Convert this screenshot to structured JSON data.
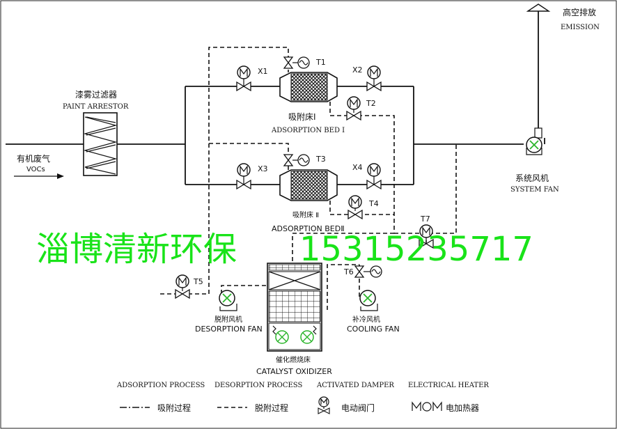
{
  "labels": {
    "paint_arrestor_cn": "漆雾过滤器",
    "paint_arrestor_en": "PAINT ARRESTOR",
    "inlet_cn": "有机废气",
    "inlet_en": "VOCs",
    "emission_cn": "高空排放",
    "emission_en": "EMISSION",
    "system_fan_cn": "系统风机",
    "system_fan_en": "SYSTEM FAN",
    "bed1_cn": "吸附床Ⅰ",
    "bed1_en": "ADSORPTION BED Ⅰ",
    "bed2_cn": "吸附床 Ⅱ",
    "bed2_en": "ADSORPTION BEDⅡ",
    "desorption_fan_cn": "脱附风机",
    "desorption_fan_en": "DESORPTION FAN",
    "cooling_fan_cn": "补冷风机",
    "cooling_fan_en": "COOLING FAN",
    "catalyst_cn": "催化燃烧床",
    "catalyst_en": "CATALYST OXIDIZER"
  },
  "tags": {
    "x1": "X1",
    "x2": "X2",
    "x3": "X3",
    "x4": "X4",
    "t1": "T1",
    "t2": "T2",
    "t3": "T3",
    "t4": "T4",
    "t5": "T5",
    "t6": "T6",
    "t7": "T7"
  },
  "watermark": {
    "company": "淄博清新环保",
    "phone": "15315235717",
    "color": "#19e319"
  },
  "legend": {
    "adsorption_en": "ADSORPTION PROCESS",
    "desorption_en": "DESORPTION PROCESS",
    "damper_en": "ACTIVATED DAMPER",
    "heater_en": "ELECTRICAL HEATER",
    "adsorption_cn": "吸附过程",
    "desorption_cn": "脱附过程",
    "damper_cn": "电动阀门",
    "heater_cn": "电加热器"
  },
  "colors": {
    "fan_impeller": "#2bb52b",
    "line": "#111111"
  }
}
